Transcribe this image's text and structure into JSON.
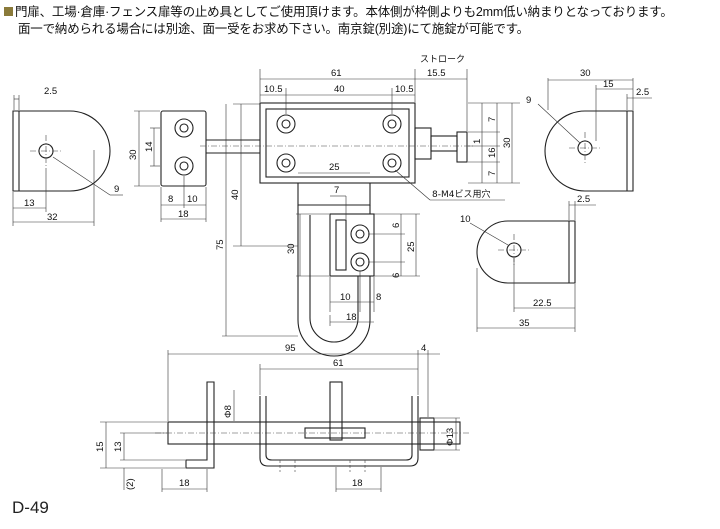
{
  "header": {
    "line1": "門扉、工場·倉庫·フェンス扉等の止め具としてご使用頂けます。本体側が枠側よりも2mm低い納まりとなっております。",
    "line2": "面一で納められる場合には別途、面一受をお求め下さい。南京錠(別途)にて施錠が可能です。"
  },
  "product_code": "D-49",
  "labels": {
    "stroke": "ストローク",
    "screw_holes": "8-M4ビス用穴"
  },
  "dims": {
    "top": {
      "d61": "61",
      "d15_5": "15.5",
      "d10_5a": "10.5",
      "d40": "40",
      "d10_5b": "10.5",
      "d25": "25",
      "d7a": "7",
      "d1": "1",
      "d16": "16",
      "d7b": "7",
      "d30": "30"
    },
    "keeper": {
      "d14": "14",
      "d30": "30",
      "d8": "8",
      "d10": "10",
      "d18": "18"
    },
    "left_bracket": {
      "d2_5": "2.5",
      "d9": "9",
      "d13": "13",
      "d32": "32"
    },
    "right_bracket": {
      "d30": "30",
      "d15": "15",
      "d2_5": "2.5",
      "d9": "9"
    },
    "right_bracket2": {
      "d2_5": "2.5",
      "d10": "10",
      "d22_5": "22.5",
      "d35": "35"
    },
    "handle": {
      "d40": "40",
      "d75": "75",
      "d7": "7",
      "d30": "30",
      "d6a": "6",
      "d25": "25",
      "d6b": "6",
      "d10": "10",
      "d8": "8",
      "d18": "18"
    },
    "side": {
      "d95": "95",
      "d4": "4",
      "d61": "61",
      "phi8": "Φ8",
      "phi13": "Φ13",
      "d15": "15",
      "d13": "13",
      "d2": "(2)",
      "d18a": "18",
      "d18b": "18"
    }
  }
}
